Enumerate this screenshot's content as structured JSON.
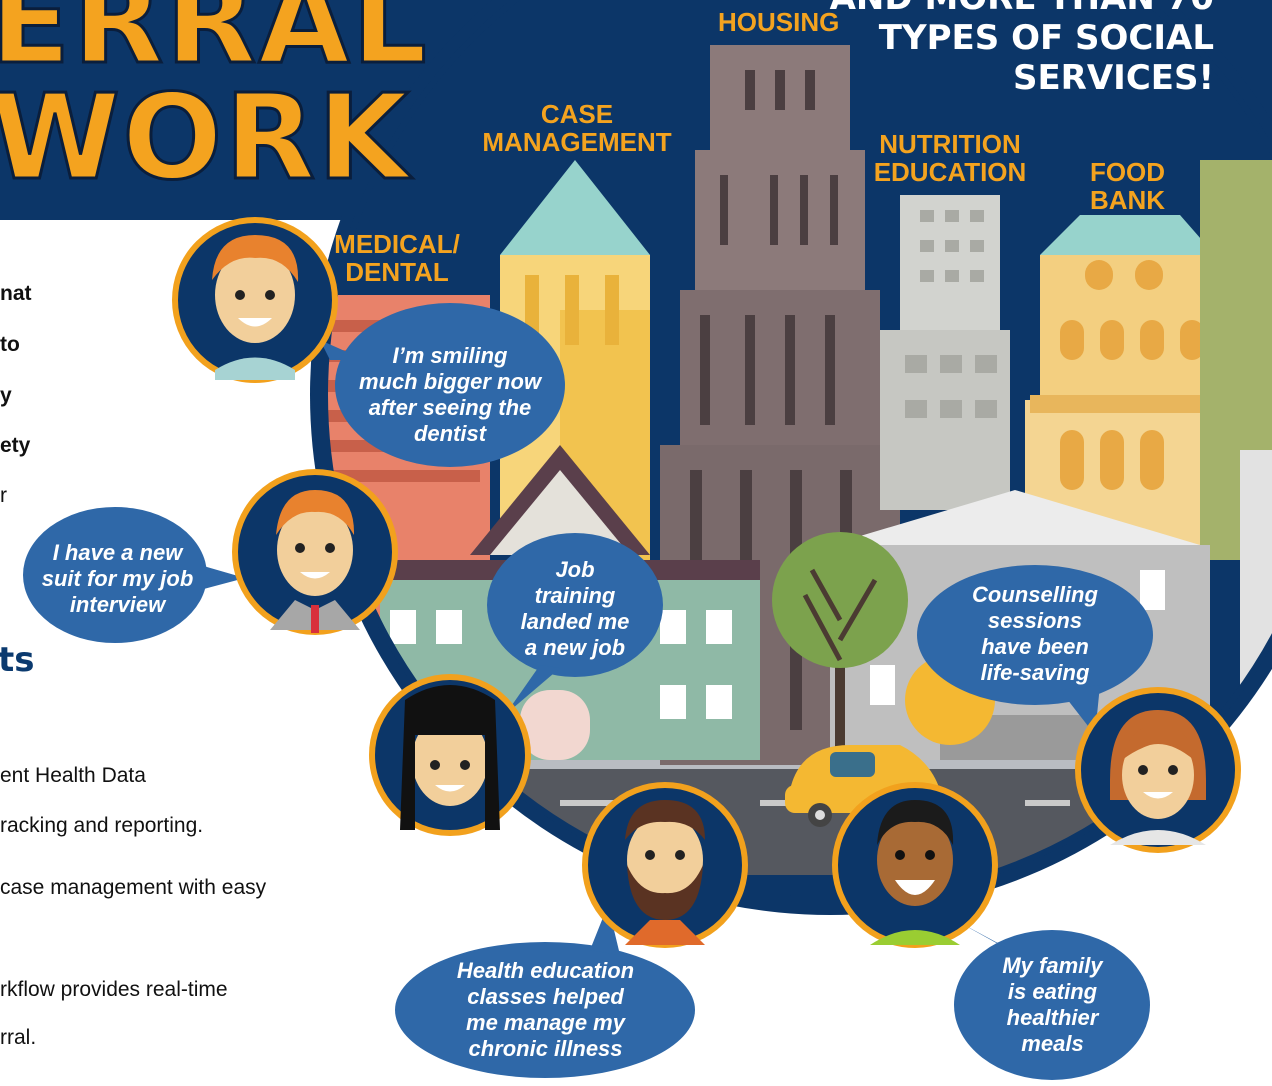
{
  "header": {
    "title_line1": "ERRAL",
    "title_line2": "WORK",
    "right_line0": "AND MORE THAN 70",
    "right_line1": "TYPES OF SOCIAL",
    "right_line2": "SERVICES!"
  },
  "buildings": {
    "housing": "HOUSING",
    "case_management": [
      "CASE",
      "MANAGEMENT"
    ],
    "nutrition_education": [
      "NUTRITION",
      "EDUCATION"
    ],
    "food_bank": [
      "FOOD",
      "BANK"
    ],
    "medical_dental": [
      "MEDICAL/",
      "DENTAL"
    ]
  },
  "bubbles": {
    "dentist": [
      "I’m smiling",
      "much bigger now",
      "after seeing the",
      "dentist"
    ],
    "suit": [
      "I have a new",
      "suit for my job",
      "interview"
    ],
    "job": [
      "Job",
      "training",
      "landed me",
      "a new job"
    ],
    "counselling": [
      "Counselling",
      "sessions",
      "have been",
      "life-saving"
    ],
    "health_edu": [
      "Health education",
      "classes helped",
      "me manage my",
      "chronic illness"
    ],
    "family": [
      "My family",
      "is eating",
      "healthier",
      "meals"
    ]
  },
  "left_panel": {
    "bold_lines": [
      "nat",
      "to",
      "y",
      "ety",
      "r"
    ],
    "section_heading": "ts",
    "body_lines": [
      "ent Health Data",
      "racking and reporting.",
      "case management with easy",
      "rkflow provides real-time",
      "rral."
    ]
  },
  "colors": {
    "navy": "#0c3668",
    "orange": "#f4a31f",
    "bubble_blue": "#2f68a8",
    "ring_orange": "#f2a11d",
    "sky_gray": "#e6e6e6"
  }
}
